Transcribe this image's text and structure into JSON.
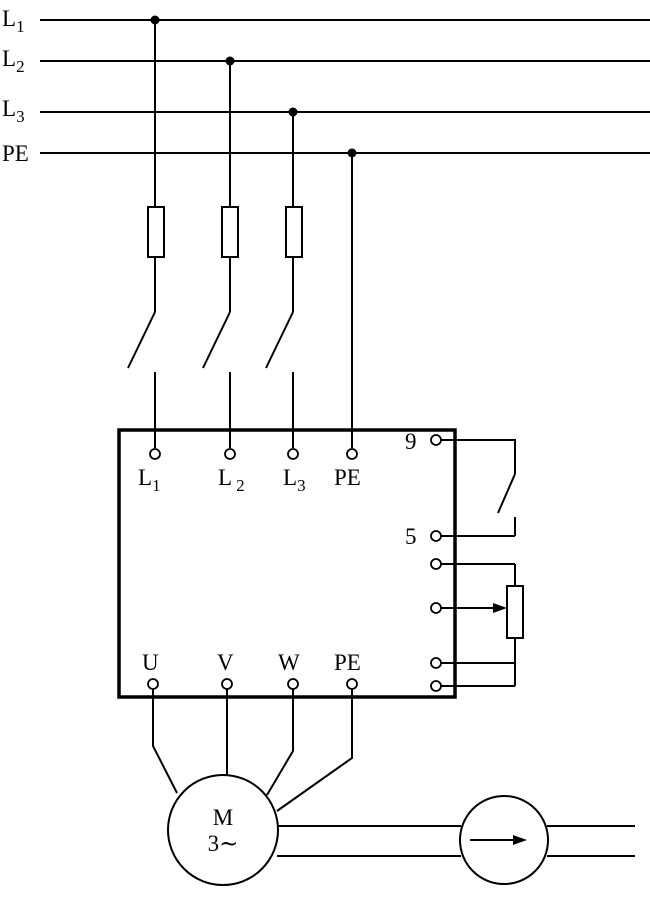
{
  "supply": [
    {
      "name": "L",
      "sub": "1"
    },
    {
      "name": "L",
      "sub": "2"
    },
    {
      "name": "L",
      "sub": "3"
    },
    {
      "name": "PE",
      "sub": ""
    }
  ],
  "inverter": {
    "input_terminals": [
      {
        "name": "L",
        "sub": "1"
      },
      {
        "name": "L",
        "sub": "2"
      },
      {
        "name": "L",
        "sub": "3"
      },
      {
        "name": "PE",
        "sub": ""
      }
    ],
    "output_terminals": [
      "U",
      "V",
      "W",
      "PE"
    ],
    "control_terminals": [
      "9",
      "5"
    ]
  },
  "motor": {
    "symbol": "M",
    "phases": "3∼"
  }
}
